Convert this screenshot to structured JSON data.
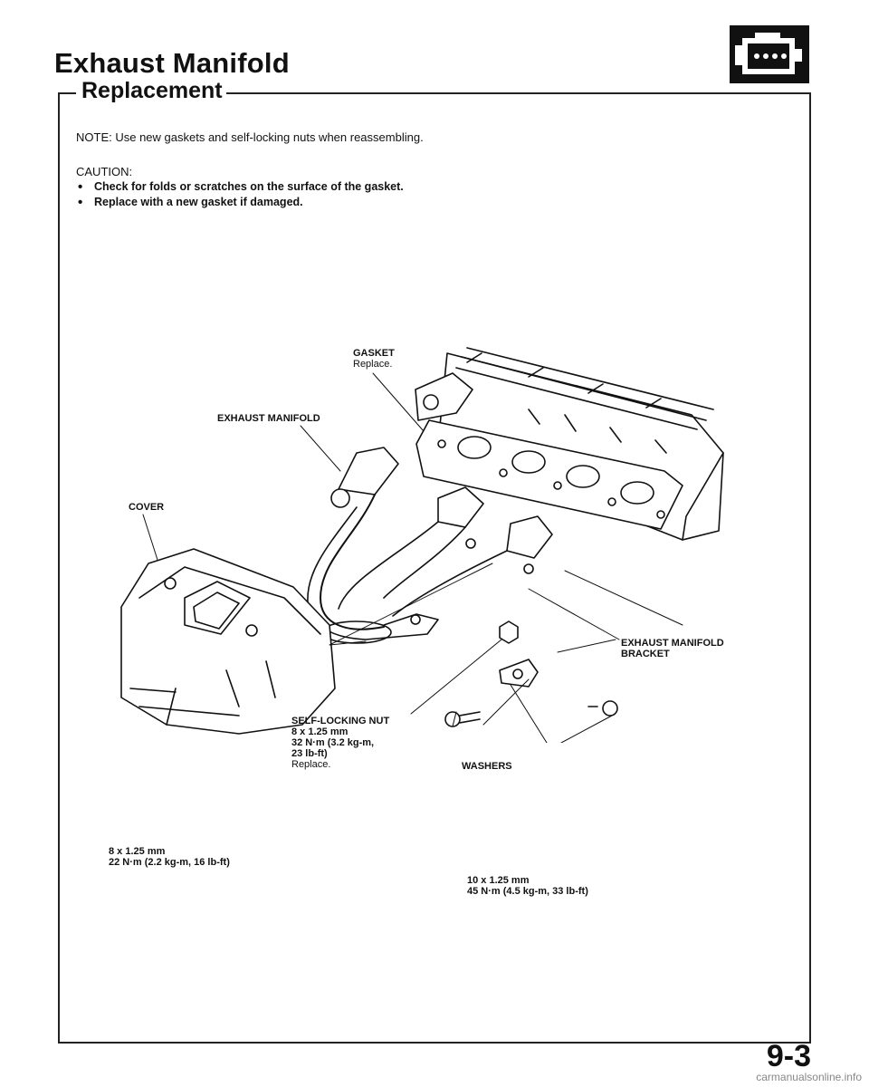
{
  "header": {
    "title": "Exhaust Manifold",
    "section": "Replacement"
  },
  "note": "NOTE:  Use new gaskets and self-locking nuts when reassembling.",
  "caution": {
    "title": "CAUTION:",
    "items": [
      "Check for folds or scratches on the surface of the gasket.",
      "Replace with a new gasket if damaged."
    ]
  },
  "labels": {
    "gasket": "GASKET",
    "gasket_note": "Replace.",
    "exhaust_manifold": "EXHAUST MANIFOLD",
    "cover": "COVER",
    "bracket_line1": "EXHAUST MANIFOLD",
    "bracket_line2": "BRACKET",
    "nut": "SELF-LOCKING NUT",
    "nut_spec1": "8 x 1.25 mm",
    "nut_spec2": "32 N·m (3.2 kg-m,",
    "nut_spec3": "23 lb-ft)",
    "nut_note": "Replace.",
    "washers": "WASHERS",
    "bolt_left_spec1": "8 x 1.25 mm",
    "bolt_left_spec2": "22 N·m (2.2 kg-m, 16 lb-ft)",
    "bolt_right_spec1": "10 x 1.25 mm",
    "bolt_right_spec2": "45 N·m (4.5 kg-m, 33 lb-ft)"
  },
  "icons": {
    "engine": "engine-icon"
  },
  "footer": {
    "page_number": "9-3",
    "watermark": "carmanualsonline.info"
  }
}
